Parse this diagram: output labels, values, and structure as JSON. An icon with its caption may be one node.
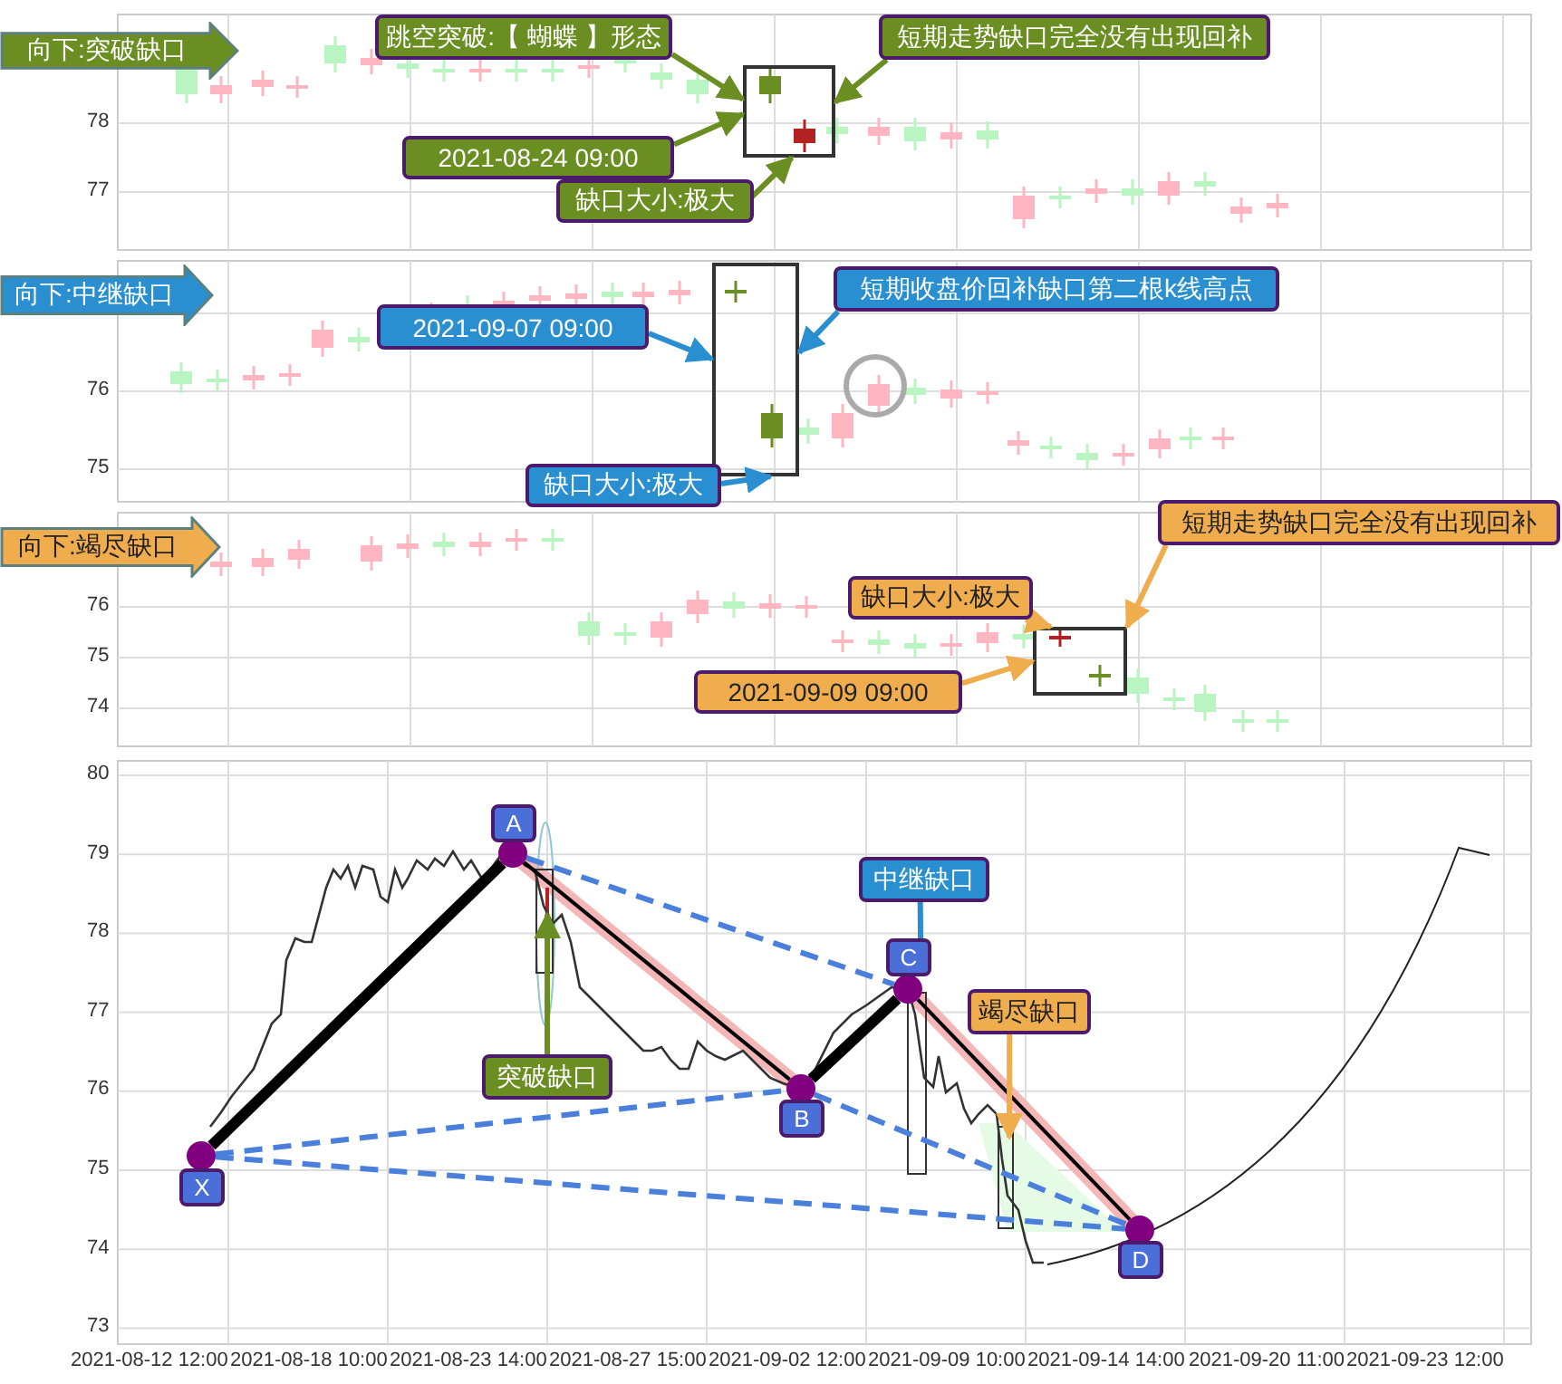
{
  "diagram": {
    "nodes": [
      {
        "text": [
          "向下:突破缺口"
        ]
      },
      {
        "text": [
          "跳空突破:【 蝴蝶 】形态"
        ]
      },
      {
        "text": [
          "短期走势缺口完全没有出现回补"
        ]
      },
      {
        "text": [
          "2021-08-24 09:00"
        ]
      },
      {
        "text": [
          "缺口大小:极大"
        ]
      },
      {
        "text": [],
        "shape": "box"
      },
      {
        "text": [
          "向下:中继缺口"
        ]
      },
      {
        "text": [
          "短期收盘价回补缺口第二根k线高点"
        ]
      },
      {
        "text": [
          "2021-09-07 09:00"
        ]
      },
      {
        "text": [
          "缺口大小:极大"
        ]
      },
      {
        "text": [],
        "shape": "box"
      },
      {
        "text": [
          "向下:竭尽缺口"
        ]
      },
      {
        "text": [
          "短期走势缺口完全没有出现回补"
        ]
      },
      {
        "text": [
          "缺口大小:极大"
        ]
      },
      {
        "text": [
          "2021-09-09 09:00"
        ]
      },
      {
        "text": [],
        "shape": "box"
      },
      {
        "text": [],
        "shape": "circle",
        "beside": [
          "X"
        ]
      },
      {
        "text": [],
        "shape": "circle",
        "beside": [
          "A"
        ]
      },
      {
        "text": [],
        "shape": "circle",
        "beside": [
          "B"
        ]
      },
      {
        "text": [],
        "shape": "circle",
        "beside": [
          "C"
        ]
      },
      {
        "text": [],
        "shape": "circle",
        "beside": [
          "D"
        ]
      },
      {
        "text": [
          "中继缺口"
        ]
      },
      {
        "text": [
          "突破缺口"
        ]
      },
      {
        "text": [
          "竭尽缺口"
        ]
      }
    ],
    "edges": [
      {
        "from": 1,
        "to": 5,
        "arrow": "to",
        "color": "#6b8e23"
      },
      {
        "from": 3,
        "to": 5,
        "arrow": "to",
        "color": "#6b8e23"
      },
      {
        "from": 4,
        "to": 5,
        "arrow": "to",
        "color": "#6b8e23"
      },
      {
        "from": 2,
        "to": 5,
        "arrow": "to",
        "color": "#6b8e23"
      },
      {
        "from": 8,
        "to": 10,
        "arrow": "to",
        "color": "#2a8fd0"
      },
      {
        "from": 7,
        "to": 10,
        "arrow": "to",
        "color": "#2a8fd0"
      },
      {
        "from": 9,
        "to": 10,
        "arrow": "to",
        "color": "#2a8fd0"
      },
      {
        "from": 13,
        "to": 15,
        "arrow": "to",
        "color": "#f0ad4e"
      },
      {
        "from": 14,
        "to": 15,
        "arrow": "to",
        "color": "#f0ad4e"
      },
      {
        "from": 12,
        "to": 15,
        "arrow": "to",
        "color": "#f0ad4e"
      },
      {
        "from": 16,
        "to": 17,
        "arrow": "none",
        "style": "thick",
        "color": "#000000"
      },
      {
        "from": 17,
        "to": 18,
        "arrow": "none",
        "color": "#000000"
      },
      {
        "from": 18,
        "to": 19,
        "arrow": "none",
        "style": "thick",
        "color": "#000000"
      },
      {
        "from": 19,
        "to": 20,
        "arrow": "none",
        "color": "#000000"
      },
      {
        "from": 16,
        "to": 18,
        "arrow": "none",
        "style": "dashed",
        "color": "#4a7fdb"
      },
      {
        "from": 16,
        "to": 20,
        "arrow": "none",
        "style": "dashed",
        "color": "#4a7fdb"
      },
      {
        "from": 17,
        "to": 19,
        "arrow": "none",
        "style": "dashed",
        "color": "#4a7fdb"
      },
      {
        "from": 18,
        "to": 20,
        "arrow": "none",
        "style": "dashed",
        "color": "#4a7fdb"
      },
      {
        "from": 21,
        "to": 19,
        "arrow": "none",
        "color": "#2a8fd0"
      },
      {
        "from": 22,
        "to": 17,
        "arrow": "to",
        "color": "#6b8e23"
      },
      {
        "from": 23,
        "to": 20,
        "arrow": "to",
        "color": "#f0ad4e"
      }
    ],
    "labels": [
      "78",
      "77",
      "76",
      "75",
      "76",
      "75",
      "74",
      "80",
      "79",
      "78",
      "77",
      "76",
      "75",
      "74",
      "73",
      "2021-08-12 12:00",
      "2021-08-18 10:00",
      "2021-08-23 14:00",
      "2021-08-27 15:00",
      "2021-09-02 12:00",
      "2021-09-09 10:00",
      "2021-09-14 14:00",
      "2021-09-20 11:00",
      "2021-09-23 12:00"
    ]
  }
}
